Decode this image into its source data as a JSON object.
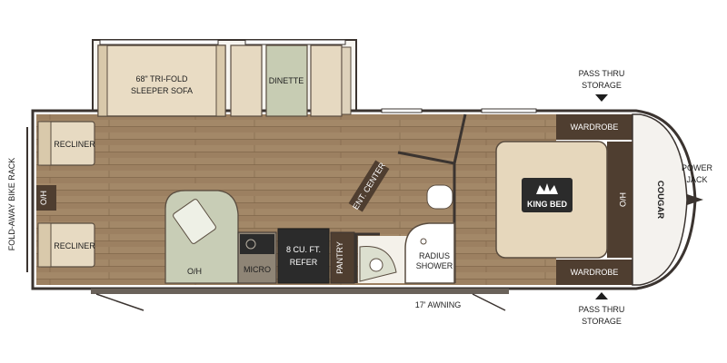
{
  "floorplan": {
    "labels": {
      "sofa_line1": "68\" TRI-FOLD",
      "sofa_line2": "SLEEPER SOFA",
      "dinette": "DINETTE",
      "recliner_top": "RECLINER",
      "recliner_bottom": "RECLINER",
      "bike_rack": "FOLD-AWAY BIKE RACK",
      "oh_rear": "O/H",
      "oh_kitchen": "O/H",
      "micro": "MICRO",
      "refer_line1": "8 CU. FT.",
      "refer_line2": "REFER",
      "pantry": "PANTRY",
      "ent_center": "ENT. CENTER",
      "radius_shower_line1": "RADIUS",
      "radius_shower_line2": "SHOWER",
      "wardrobe_top": "WARDROBE",
      "wardrobe_bottom": "WARDROBE",
      "king_bed": "KING BED",
      "ho": "H/O",
      "awning": "17' AWNING",
      "pass_thru_top_line1": "PASS THRU",
      "pass_thru_top_line2": "STORAGE",
      "pass_thru_bottom_line1": "PASS THRU",
      "pass_thru_bottom_line2": "STORAGE",
      "power_jack_line1": "POWER",
      "power_jack_line2": "JACK",
      "brand": "COUGAR"
    },
    "colors": {
      "wood": "#a08666",
      "wood_dark": "#8c7254",
      "wall": "#3b3430",
      "beige": "#e4d7bf",
      "sage": "#c9cfb6",
      "dark_brown": "#4f3e30",
      "appliance": "#2b2b2b"
    }
  }
}
